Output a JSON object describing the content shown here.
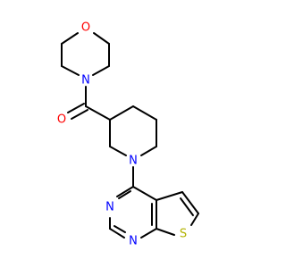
{
  "colors": {
    "bond": "#000000",
    "oxygen": "#ff0000",
    "nitrogen": "#0000ff",
    "sulfur": "#b2b200",
    "background": "#ffffff"
  },
  "atoms": {
    "morpholine_o": {
      "label": "O",
      "color": "#ff0000"
    },
    "morpholine_n": {
      "label": "N",
      "color": "#0000ff"
    },
    "carbonyl_o": {
      "label": "O",
      "color": "#ff0000"
    },
    "piperidine_n": {
      "label": "N",
      "color": "#0000ff"
    },
    "pyrimidine_n3": {
      "label": "N",
      "color": "#0000ff"
    },
    "pyrimidine_n1": {
      "label": "N",
      "color": "#0000ff"
    },
    "thiophene_s": {
      "label": "S",
      "color": "#b2b200"
    }
  }
}
